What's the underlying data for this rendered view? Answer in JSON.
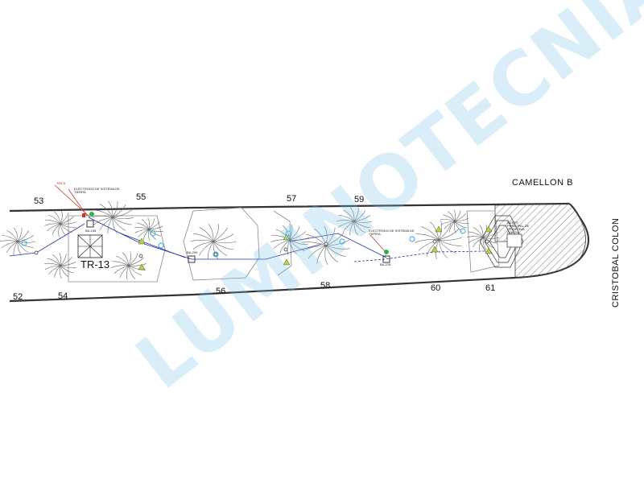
{
  "watermark": "LUMINOTECNIA",
  "street_labels": {
    "camellon": "CAMELLON  B",
    "cristobal": "CRISTOBAL COLON"
  },
  "transformer": "TR-13",
  "poles": {
    "p52": "52",
    "p53": "53",
    "p54": "54",
    "p55": "55",
    "p56": "56",
    "p57": "57",
    "p58": "58",
    "p59": "59",
    "p60": "60",
    "p61": "61"
  },
  "callouts": {
    "tab": "TAB B",
    "electrode_1": "ELECTRODO DE SISTEMA DE TIERRA",
    "electrode_2": "ELECTRODO DE SISTEMA DE TIERRA",
    "registro_1": "BA-198",
    "registro_2": "BA-209",
    "registro_3": "BA-218",
    "monument": "BUSTO PRINCIPAL DE CRISTOBAL COLON"
  },
  "colors": {
    "line": "#333333",
    "circuit": "#2233aa",
    "lamp": "#4ab8e0",
    "fixture": "#b8d43a",
    "callout_red": "#c0392b"
  }
}
